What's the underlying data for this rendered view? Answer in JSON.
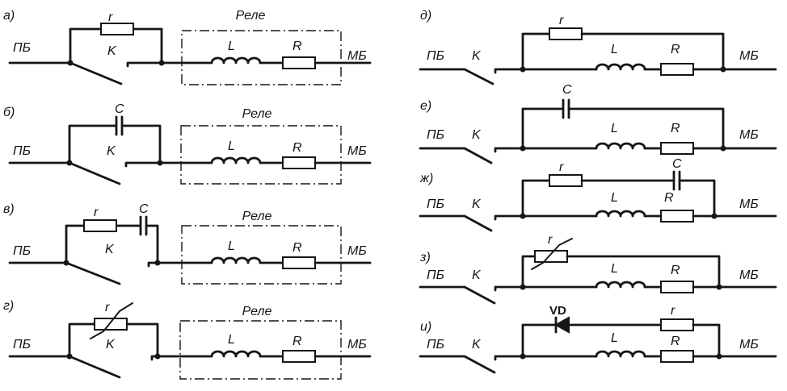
{
  "variant_labels": {
    "a": "а)",
    "b": "б)",
    "v": "в)",
    "g": "г)",
    "d": "д)",
    "e": "е)",
    "zh": "ж)",
    "z": "з)",
    "i": "и)"
  },
  "terminals": {
    "pb": "ПБ",
    "mb": "МБ"
  },
  "relay_label": "Реле",
  "components": {
    "resistor_r": "r",
    "capacitor": "C",
    "contact": "K",
    "inductance": "L",
    "resistance": "R",
    "diode": "VD"
  }
}
